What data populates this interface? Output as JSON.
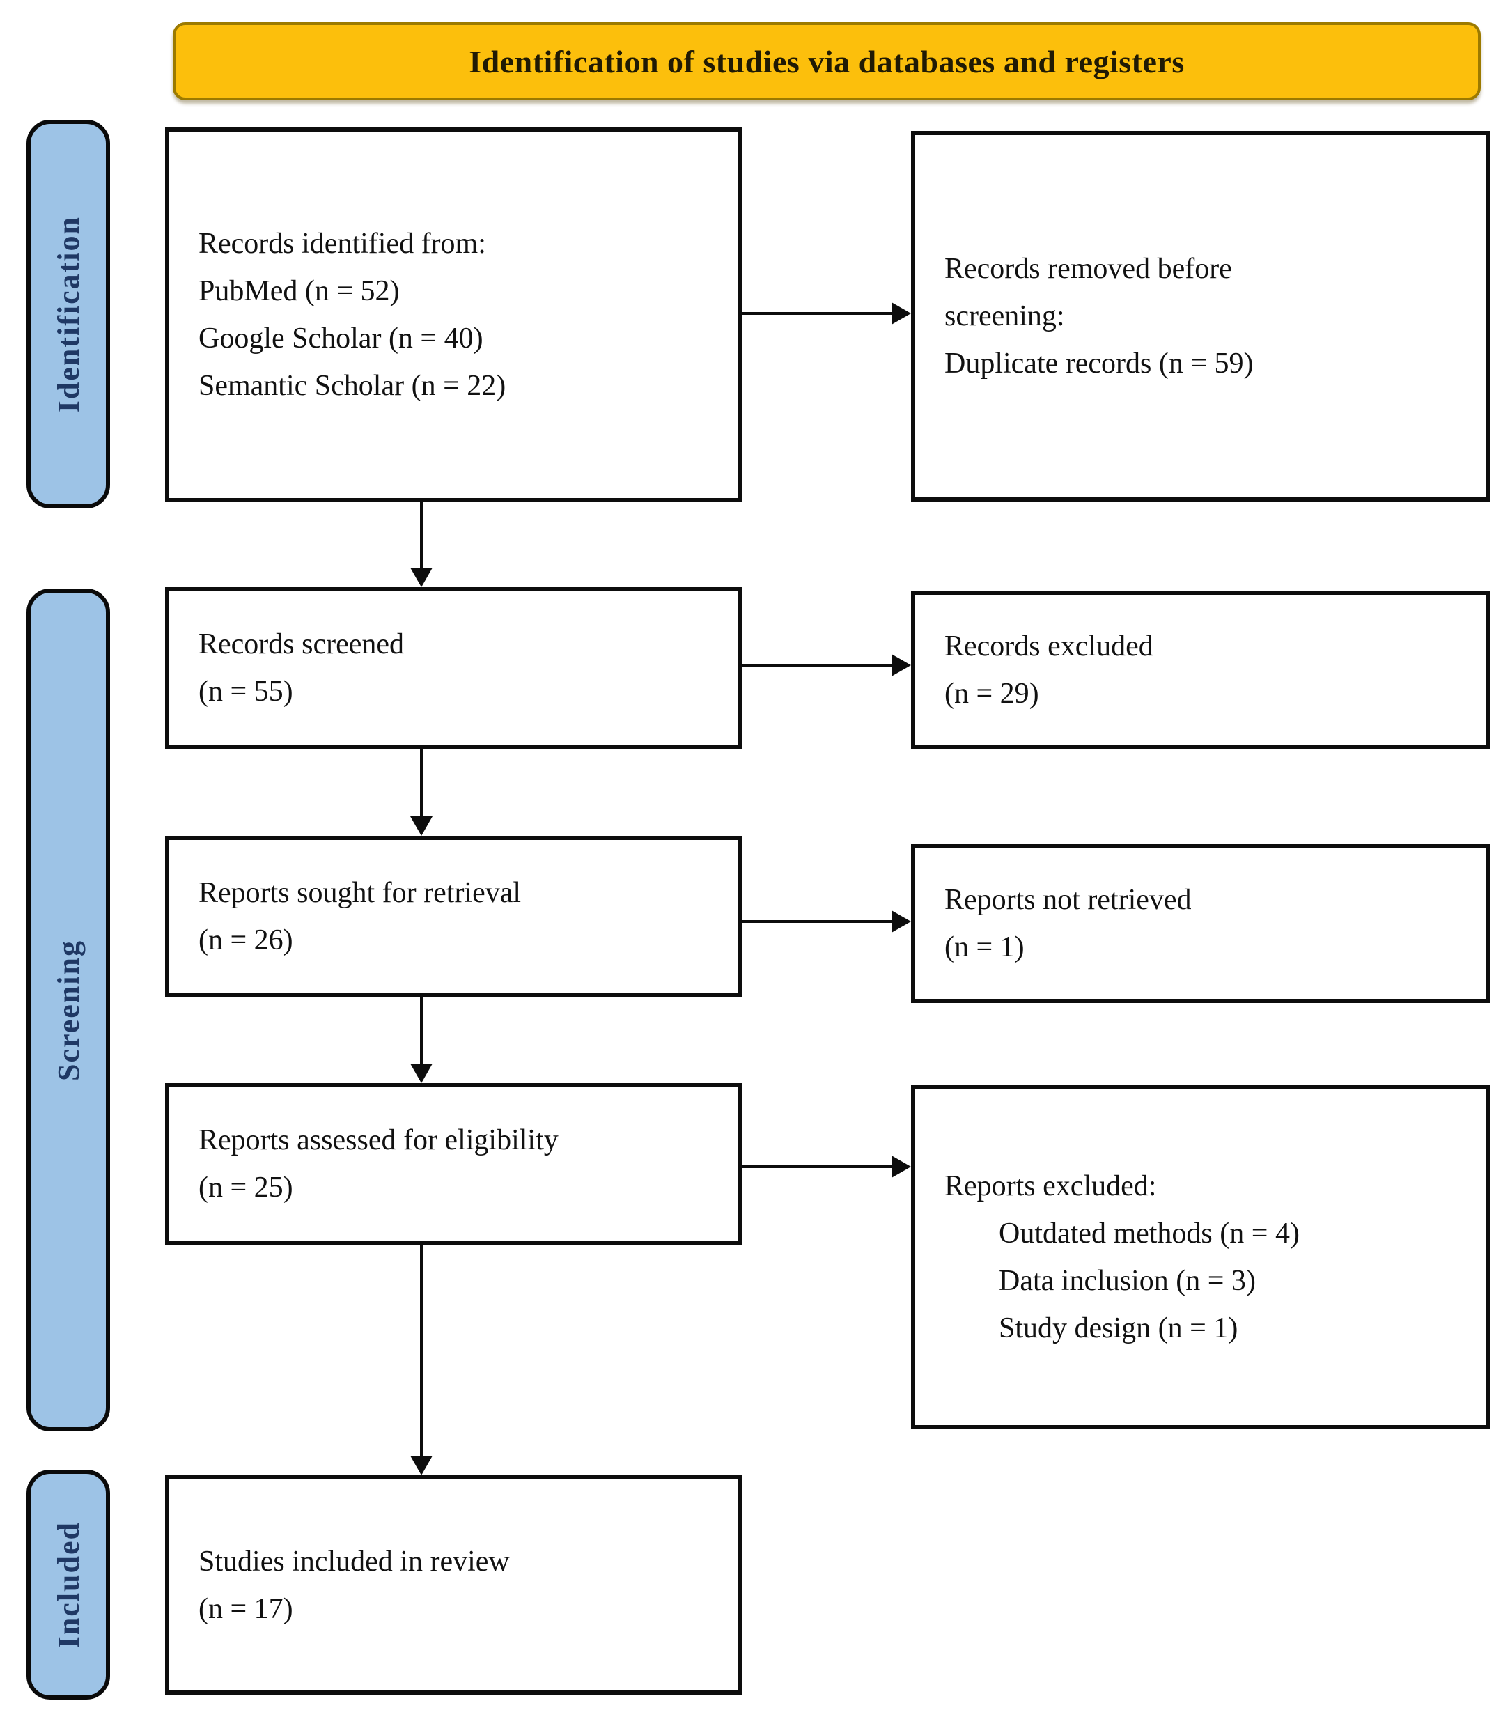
{
  "banner": {
    "title": "Identification of studies via databases and registers"
  },
  "stages": {
    "identification": "Identification",
    "screening": "Screening",
    "included": "Included"
  },
  "boxes": {
    "records_identified": {
      "lines": [
        "Records identified from:",
        "PubMed (n = 52)",
        "Google Scholar (n = 40)",
        "Semantic Scholar (n = 22)"
      ]
    },
    "records_removed": {
      "lines": [
        "Records removed before",
        "screening:",
        "Duplicate records (n = 59)"
      ]
    },
    "records_screened": {
      "lines": [
        "Records screened",
        "(n = 55)"
      ]
    },
    "records_excluded": {
      "lines": [
        "Records excluded",
        "(n = 29)"
      ]
    },
    "reports_sought": {
      "lines": [
        "Reports sought for retrieval",
        "(n = 26)"
      ]
    },
    "reports_not_retrieved": {
      "lines": [
        "Reports not retrieved",
        "(n = 1)"
      ]
    },
    "reports_assessed": {
      "lines": [
        "Reports assessed for eligibility",
        "(n = 25)"
      ]
    },
    "reports_excluded": {
      "lines": [
        "Reports excluded:",
        "Outdated methods (n = 4)",
        "Data inclusion (n = 3)",
        "Study design (n = 1)"
      ]
    },
    "studies_included": {
      "lines": [
        "Studies included in review",
        "(n = 17)"
      ]
    }
  },
  "colors": {
    "banner_fill": "#FCBF0C",
    "banner_border": "#9C7A00",
    "banner_text": "#201A04",
    "stage_fill": "#9DC3E6",
    "stage_border": "#0A0A0A",
    "stage_text": "#1F3864",
    "box_border": "#0D0D0D",
    "box_text": "#111111",
    "arrow": "#0D0D0D",
    "background": "#FFFFFF"
  }
}
